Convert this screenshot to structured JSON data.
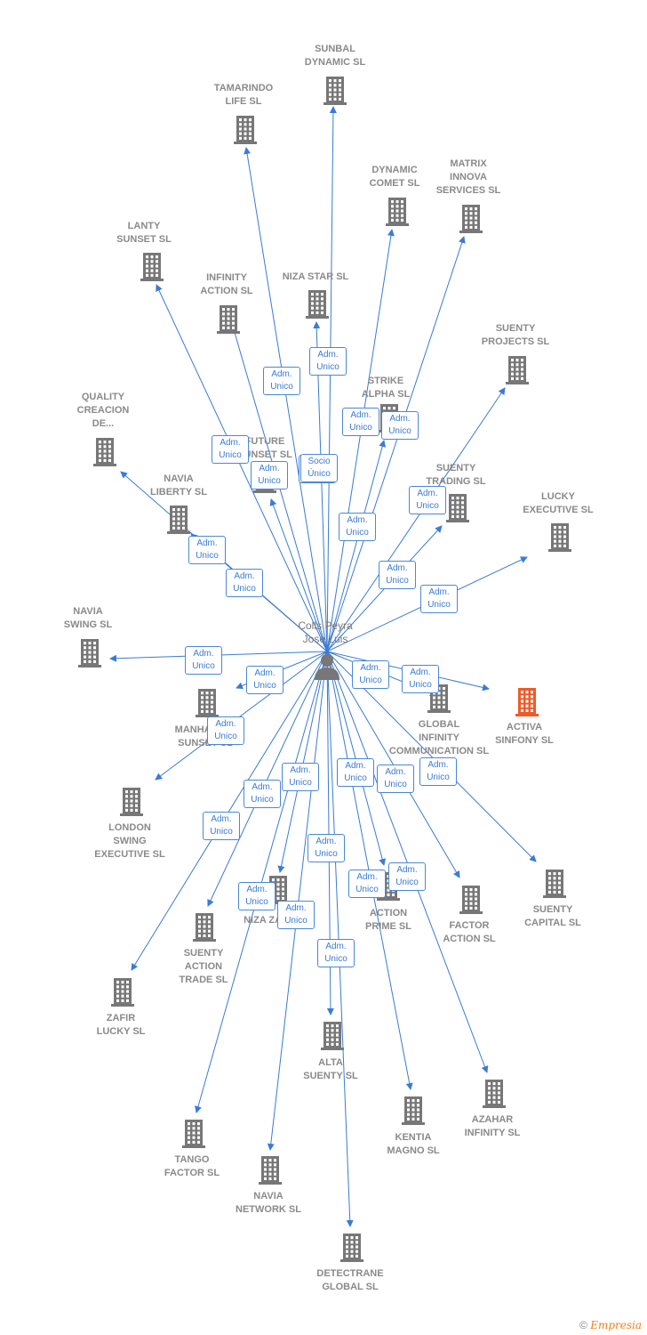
{
  "center": {
    "name": "Colls Peyra\nJose Luis"
  },
  "colors": {
    "edge": "#3a7bd5",
    "building": "#777777",
    "highlight": "#f05a28"
  },
  "nodes": [
    {
      "id": "sunbal",
      "label": "SUNBAL\nDYNAMIC SL",
      "highlight": false
    },
    {
      "id": "tamarindo",
      "label": "TAMARINDO\nLIFE SL",
      "highlight": false
    },
    {
      "id": "dynamic",
      "label": "DYNAMIC\nCOMET SL",
      "highlight": false
    },
    {
      "id": "matrix",
      "label": "MATRIX\nINNOVA\nSERVICES SL",
      "highlight": false
    },
    {
      "id": "lanty",
      "label": "LANTY\nSUNSET SL",
      "highlight": false
    },
    {
      "id": "infinity",
      "label": "INFINITY\nACTION SL",
      "highlight": false
    },
    {
      "id": "nizastar",
      "label": "NIZA STAR SL",
      "highlight": false
    },
    {
      "id": "suentyproj",
      "label": "SUENTY\nPROJECTS SL",
      "highlight": false
    },
    {
      "id": "strike",
      "label": "STRIKE\nALPHA SL",
      "highlight": false
    },
    {
      "id": "quality",
      "label": "QUALITY\nCREACION\nDE...",
      "highlight": false
    },
    {
      "id": "future",
      "label": "FUTURE\nSUNSET SL",
      "highlight": false
    },
    {
      "id": "suentytrad",
      "label": "SUENTY\nTRADING SL",
      "highlight": false
    },
    {
      "id": "lucky",
      "label": "LUCKY\nEXECUTIVE SL",
      "highlight": false
    },
    {
      "id": "naviaLib",
      "label": "NAVIA\nLIBERTY SL",
      "highlight": false
    },
    {
      "id": "naviaSwing",
      "label": "NAVIA\nSWING SL",
      "highlight": false
    },
    {
      "id": "manhattan",
      "label": "MANHATTAN\nSUNSET SL",
      "highlight": false
    },
    {
      "id": "global",
      "label": "GLOBAL\nINFINITY\nCOMMUNICATION SL",
      "highlight": false
    },
    {
      "id": "activa",
      "label": "ACTIVA\nSINFONY  SL",
      "highlight": true
    },
    {
      "id": "london",
      "label": "LONDON\nSWING\nEXECUTIVE SL",
      "highlight": false
    },
    {
      "id": "suentycap",
      "label": "SUENTY\nCAPITAL SL",
      "highlight": false
    },
    {
      "id": "factor",
      "label": "FACTOR\nACTION SL",
      "highlight": false
    },
    {
      "id": "actionprime",
      "label": "ACTION\nPRIME SL",
      "highlight": false
    },
    {
      "id": "nizazafir",
      "label": "NIZA ZAFIR SL",
      "highlight": false
    },
    {
      "id": "suentyact",
      "label": "SUENTY\nACTION\nTRADE SL",
      "highlight": false
    },
    {
      "id": "zafir",
      "label": "ZAFIR\nLUCKY SL",
      "highlight": false
    },
    {
      "id": "alta",
      "label": "ALTA\nSUENTY SL",
      "highlight": false
    },
    {
      "id": "azahar",
      "label": "AZAHAR\nINFINITY SL",
      "highlight": false
    },
    {
      "id": "kentia",
      "label": "KENTIA\nMAGNO SL",
      "highlight": false
    },
    {
      "id": "tango",
      "label": "TANGO\nFACTOR SL",
      "highlight": false
    },
    {
      "id": "naviaNet",
      "label": "NAVIA\nNETWORK SL",
      "highlight": false
    },
    {
      "id": "detectrane",
      "label": "DETECTRANE\nGLOBAL  SL",
      "highlight": false
    }
  ],
  "relations": [
    {
      "target": "sunbal",
      "label": "Adm.\nUnico"
    },
    {
      "target": "tamarindo",
      "label": "Adm.\nUnico"
    },
    {
      "target": "dynamic",
      "label": "Adm.\nUnico"
    },
    {
      "target": "matrix",
      "label": "Adm.\nUnico"
    },
    {
      "target": "lanty",
      "label": "Adm.\nUnico"
    },
    {
      "target": "infinity",
      "label": "Adm.\nUnico"
    },
    {
      "target": "nizastar",
      "label": "Socio\nÚnico"
    },
    {
      "target": "suentyproj",
      "label": "Adm.\nUnico"
    },
    {
      "target": "strike",
      "label": "Adm.\nUnico"
    },
    {
      "target": "quality",
      "label": "Adm.\nUnico"
    },
    {
      "target": "future",
      "label": "Adm.\nUnico"
    },
    {
      "target": "suentytrad",
      "label": "Adm.\nUnico"
    },
    {
      "target": "lucky",
      "label": "Adm.\nUnico"
    },
    {
      "target": "naviaLib",
      "label": "Adm.\nUnico"
    },
    {
      "target": "naviaSwing",
      "label": "Adm.\nUnico"
    },
    {
      "target": "manhattan",
      "label": "Adm.\nUnico"
    },
    {
      "target": "global",
      "label": "Adm.\nUnico"
    },
    {
      "target": "activa",
      "label": "Adm.\nUnico"
    },
    {
      "target": "london",
      "label": "Adm.\nUnico"
    },
    {
      "target": "suentycap",
      "label": "Adm.\nUnico"
    },
    {
      "target": "factor",
      "label": "Adm.\nUnico"
    },
    {
      "target": "actionprime",
      "label": "Adm.\nUnico"
    },
    {
      "target": "nizazafir",
      "label": "Adm.\nUnico"
    },
    {
      "target": "suentyact",
      "label": "Adm.\nUnico"
    },
    {
      "target": "zafir",
      "label": "Adm.\nUnico"
    },
    {
      "target": "alta",
      "label": "Adm.\nUnico"
    },
    {
      "target": "azahar",
      "label": "Adm.\nUnico"
    },
    {
      "target": "kentia",
      "label": "Adm.\nUnico"
    },
    {
      "target": "tango",
      "label": "Adm.\nUnico"
    },
    {
      "target": "naviaNet",
      "label": "Adm.\nUnico"
    },
    {
      "target": "detectrane",
      "label": "Adm.\nUnico"
    }
  ],
  "footer": {
    "copyright": "©",
    "brand": "Empresia"
  }
}
